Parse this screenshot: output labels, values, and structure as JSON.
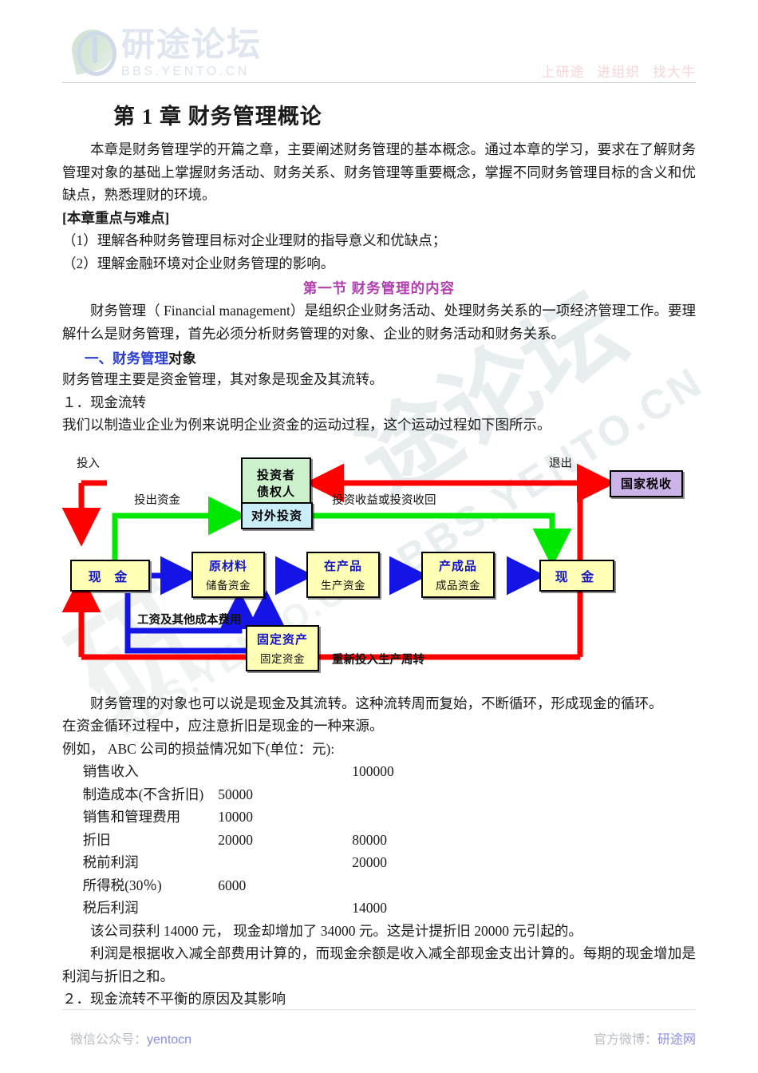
{
  "header": {
    "logo_cn": "研途论坛",
    "logo_en": "BBS.YENTO.CN",
    "tagline": [
      "上研途",
      "进组织",
      "找大牛"
    ]
  },
  "document": {
    "chapter_title": "第 1 章  财务管理概论",
    "intro_paragraph": "本章是财务管理学的开篇之章，主要阐述财务管理的基本概念。通过本章的学习，要求在了解财务管理对象的基础上掌握财务活动、财务关系、财务管理等重要概念，掌握不同财务管理目标的含义和优缺点，熟悉理财的环境。",
    "key_points_label": "[本章重点与难点]",
    "key_points": [
      "（1）理解各种财务管理目标对企业理财的指导意义和优缺点；",
      "（2）理解金融环境对企业财务管理的影响。"
    ],
    "section_title": "第一节   财务管理的内容",
    "section_paragraph": "财务管理（ Financial management）是组织企业财务活动、处理财务关系的一项经济管理工作。要理解什么是财务管理，首先必须分析财务管理的对象、企业的财务活动和财务关系。",
    "subsection_blue": "一、财务管理",
    "subsection_plain": "对象",
    "subsection_paragraph": "财务管理主要是资金管理，其对象是现金及其流转。",
    "item1_title": "１．现金流转",
    "item1_paragraph": "我们以制造业企业为例来说明企业资金的运动过程，这个运动过程如下图所示。",
    "after_diagram_paragraph": "财务管理的对象也可以说是现金及其流转。这种流转周而复始，不断循环，形成现金的循环。",
    "depreciation_note": "在资金循环过程中，应注意折旧是现金的一种来源。",
    "example_intro": "例如，  ABC 公司的损益情况如下(单位：元):",
    "conclusion1": "该公司获利 14000 元， 现金却增加了 34000 元。这是计提折旧 20000 元引起的。",
    "conclusion2": "利润是根据收入减全部费用计算的，而现金余额是收入减全部现金支出计算的。每期的现金增加是利润与折旧之和。",
    "item2_title": "２．现金流转不平衡的原因及其影响"
  },
  "diagram": {
    "boxes": [
      {
        "id": "investor",
        "line1": "投资者",
        "line2": "债权人",
        "color": "#ccf0cc"
      },
      {
        "id": "tax",
        "line1": "国家税收",
        "line2": "",
        "color": "#ccb3e8"
      },
      {
        "id": "outward-investment",
        "line1": "对外投资",
        "line2": "",
        "color": "#c9eef7"
      },
      {
        "id": "cash-left",
        "line1": "现 金",
        "line2": "",
        "color": "#ffffb5"
      },
      {
        "id": "raw-material",
        "line1": "原材料",
        "line2": "储备资金",
        "color": "#ffffb5"
      },
      {
        "id": "work-in-process",
        "line1": "在产品",
        "line2": "生产资金",
        "color": "#ffffb5"
      },
      {
        "id": "finished-goods",
        "line1": "产成品",
        "line2": "成品资金",
        "color": "#ffffb5"
      },
      {
        "id": "cash-right",
        "line1": "现 金",
        "line2": "",
        "color": "#ffffb5"
      },
      {
        "id": "fixed-assets",
        "line1": "固定资产",
        "line2": "固定资金",
        "color": "#ffffb5"
      }
    ],
    "labels": {
      "input": "投入",
      "exit": "退出",
      "invest_out": "投出资金",
      "invest_return": "投资收益或投资收回",
      "wages_cost": "工资及其他成本费用",
      "reinvest": "重新投入生产周转"
    },
    "arrow_colors": {
      "red": "#ff0000",
      "green": "#00e800",
      "blue": "#1414e6"
    }
  },
  "income_statement": {
    "unit_note": "(单位：元)",
    "rows": [
      {
        "indent": 0,
        "label": "销售收入",
        "col1": "",
        "col2": "100000"
      },
      {
        "indent": 2,
        "label": "制造成本(不含折旧)",
        "col1": "50000",
        "col2": ""
      },
      {
        "indent": 2,
        "label": "销售和管理费用",
        "col1": "10000",
        "col2": ""
      },
      {
        "indent": 2,
        "label": "折旧",
        "col1": "20000",
        "col2": "80000"
      },
      {
        "indent": 1,
        "label": "税前利润",
        "col1": "",
        "col2": "20000"
      },
      {
        "indent": 2,
        "label": "所得税(30％)",
        "col1": "6000",
        "col2": ""
      },
      {
        "indent": 1,
        "label": "税后利润",
        "col1": "",
        "col2": "14000"
      }
    ]
  },
  "watermark": {
    "big_cn": "途论坛",
    "small_en": "BBS.YENTO.CN",
    "big_cn2": "研",
    "small_en2": "BBS.YENTO.CN"
  },
  "footer": {
    "wechat_label": "微信公众号：",
    "wechat_value": "yentocn",
    "weibo_label": "官方微博：",
    "weibo_value": "研途网"
  }
}
